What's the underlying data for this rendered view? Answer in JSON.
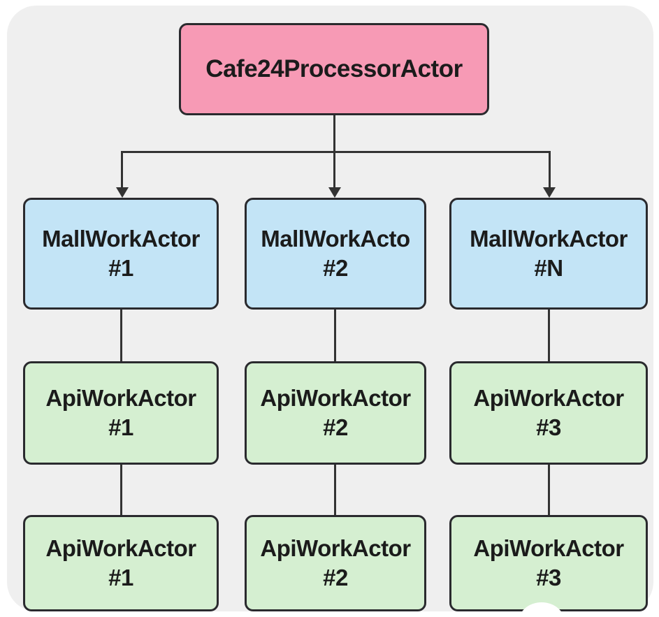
{
  "diagram": {
    "title_node": {
      "label": "Cafe24ProcessorActor"
    },
    "mall_nodes": [
      {
        "name": "MallWorkActor",
        "id": "#1"
      },
      {
        "name": "MallWorkActo",
        "id": "#2"
      },
      {
        "name": "MallWorkActor",
        "id": "#N"
      }
    ],
    "api_nodes_row1": [
      {
        "name": "ApiWorkActor",
        "id": "#1"
      },
      {
        "name": "ApiWorkActor",
        "id": "#2"
      },
      {
        "name": "ApiWorkActor",
        "id": "#3"
      }
    ],
    "api_nodes_row2": [
      {
        "name": "ApiWorkActor",
        "id": "#1"
      },
      {
        "name": "ApiWorkActor",
        "id": "#2"
      },
      {
        "name": "ApiWorkActor",
        "id": "#3"
      }
    ]
  },
  "colors": {
    "root_fill": "#f79ab5",
    "mall_fill": "#c3e4f6",
    "api_fill": "#d5efd1",
    "node_border": "#2a2a2e",
    "edge_line": "#333333",
    "canvas_background": "#efefef",
    "page_background": "#ffffff",
    "text": "#1b1b1b"
  }
}
